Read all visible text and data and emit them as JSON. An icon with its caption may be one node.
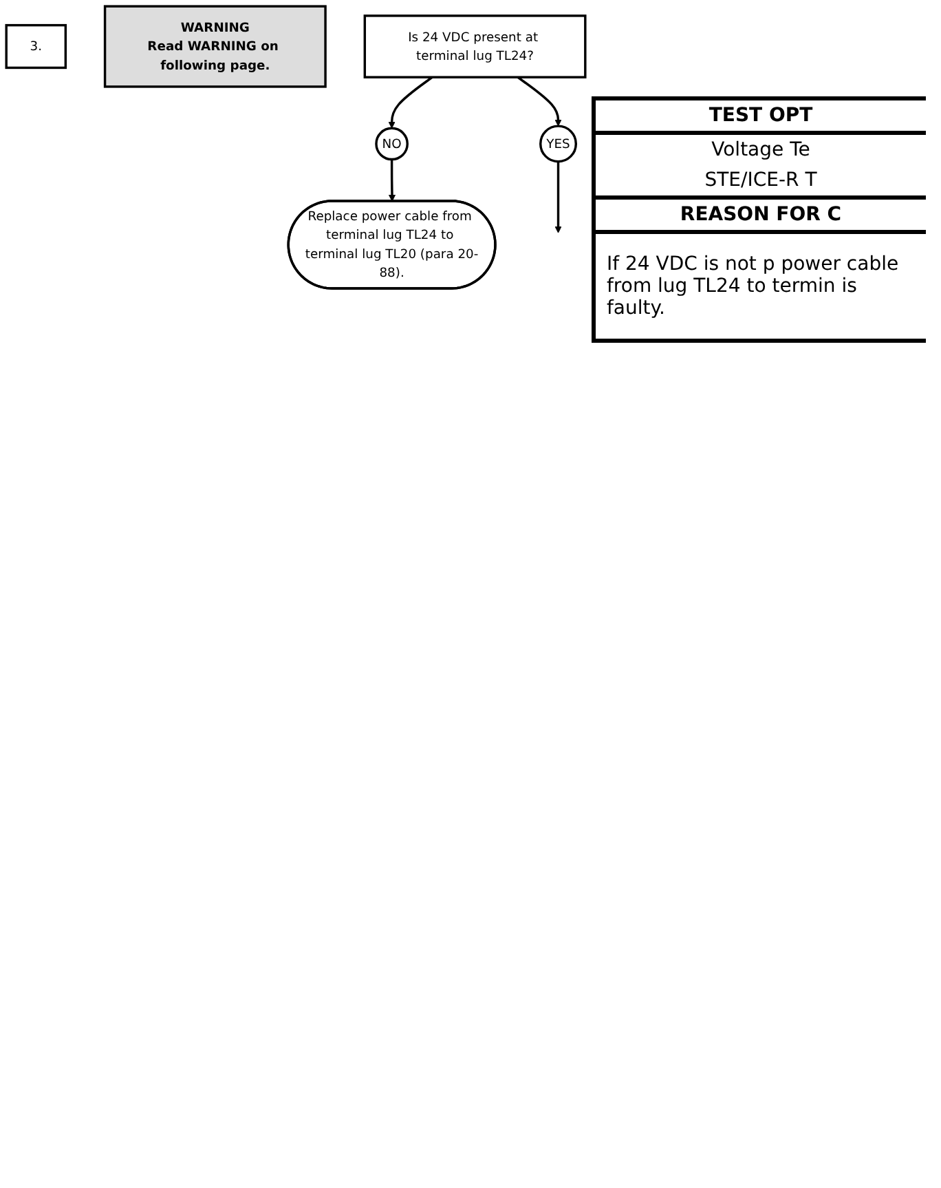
{
  "diagram": {
    "nodes": [
      {
        "text": [
          "3."
        ]
      },
      {
        "text": [
          "WARNING",
          "Read WARNING on following page."
        ]
      },
      {
        "text": [
          "Is 24 VDC present at terminal lug TL24?"
        ]
      },
      {
        "text": [
          "NO"
        ]
      },
      {
        "text": [
          "Replace power cable from terminal lug TL24 to terminal lug TL20 (para 20-88)."
        ]
      },
      {
        "text": [
          "YES"
        ]
      }
    ],
    "edges": [
      {
        "from": 2,
        "to": 3,
        "arrow": "to"
      },
      {
        "from": 3,
        "to": 4,
        "arrow": "to"
      },
      {
        "from": 2,
        "to": 5,
        "arrow": "to"
      },
      {
        "from": 5,
        "to": null,
        "arrow": "to"
      }
    ],
    "labels": [
      "TEST OPT",
      "Voltage Te",
      "STE/ICE-R T",
      "REASON FOR C",
      "If 24 VDC is not p power cable from lug TL24 to termin is faulty."
    ]
  }
}
